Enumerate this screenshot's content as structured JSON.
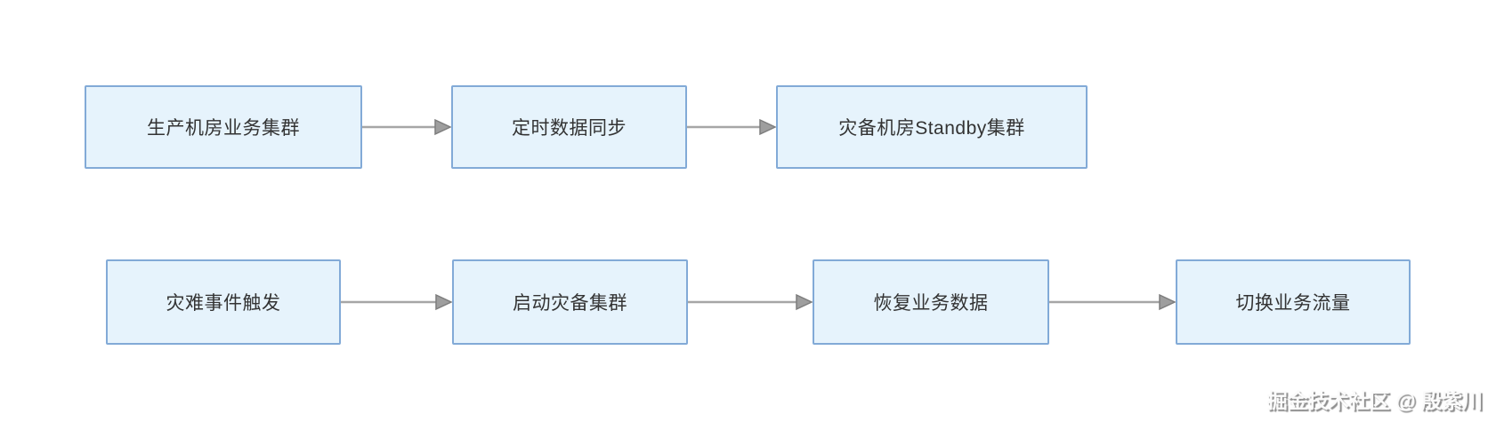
{
  "flowchart": {
    "row1": {
      "nodes": [
        {
          "label": "生产机房业务集群"
        },
        {
          "label": "定时数据同步"
        },
        {
          "label": "灾备机房Standby集群"
        }
      ]
    },
    "row2": {
      "nodes": [
        {
          "label": "灾难事件触发"
        },
        {
          "label": "启动灾备集群"
        },
        {
          "label": "恢复业务数据"
        },
        {
          "label": "切换业务流量"
        }
      ]
    },
    "edges": [
      {
        "from": "生产机房业务集群",
        "to": "定时数据同步"
      },
      {
        "from": "定时数据同步",
        "to": "灾备机房Standby集群"
      },
      {
        "from": "灾难事件触发",
        "to": "启动灾备集群"
      },
      {
        "from": "启动灾备集群",
        "to": "恢复业务数据"
      },
      {
        "from": "恢复业务数据",
        "to": "切换业务流量"
      }
    ]
  },
  "watermark": {
    "text": "掘金技术社区 @ 殷紫川"
  },
  "colors": {
    "background": "#ffffff",
    "node_fill": "#e6f3fc",
    "node_border": "#82aad7",
    "node_text": "#333333",
    "arrow_line": "#a6a6a6",
    "arrow_head": "#9e9e9e"
  }
}
